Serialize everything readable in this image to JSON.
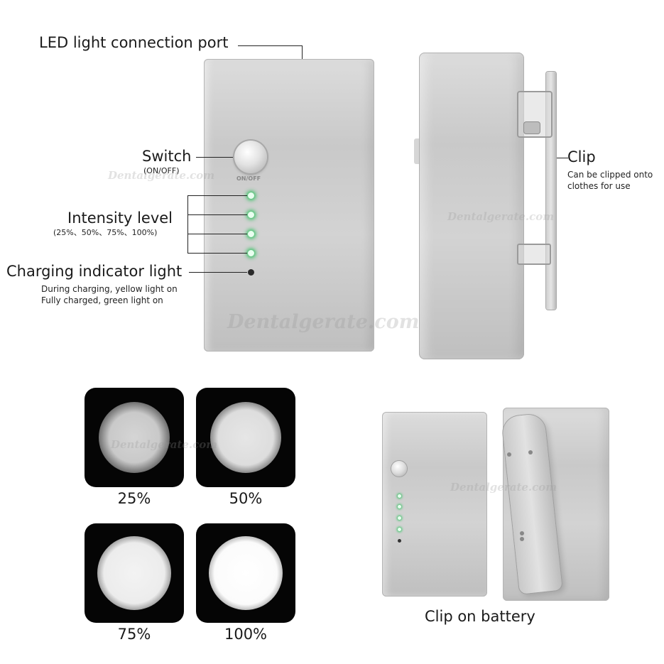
{
  "labels": {
    "led_port": "LED light connection port",
    "switch": "Switch",
    "switch_sub": "(ON/OFF)",
    "device_switch_text": "ON/OFF",
    "intensity": "Intensity level",
    "intensity_sub": "(25%、50%、75%、100%)",
    "charging": "Charging indicator light",
    "charging_sub1": "During charging, yellow light on",
    "charging_sub2": "Fully charged, green light on",
    "clip": "Clip",
    "clip_sub1": "Can be clipped onto",
    "clip_sub2": "clothes for use",
    "clip_on_battery": "Clip on battery"
  },
  "intensity_levels": [
    {
      "label": "25%",
      "level": 0.25
    },
    {
      "label": "50%",
      "level": 0.5
    },
    {
      "label": "75%",
      "level": 0.75
    },
    {
      "label": "100%",
      "level": 1.0
    }
  ],
  "watermark": "Dentalgerate.com",
  "colors": {
    "indicator_green": "#29c15a",
    "beam_background": "#050505",
    "metal": "#cfcfcf"
  }
}
